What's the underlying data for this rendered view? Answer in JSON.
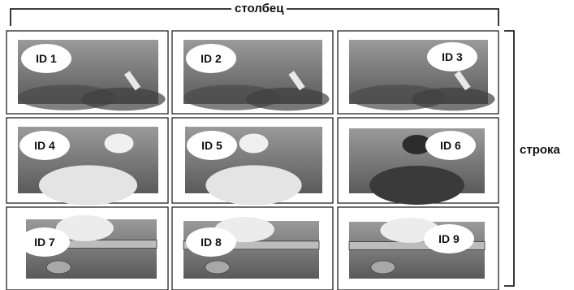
{
  "labels": {
    "column": "столбец",
    "row": "строка"
  },
  "tiles": [
    {
      "id": "ID 1",
      "scene": "sky-one-hand"
    },
    {
      "id": "ID 2",
      "scene": "sky-two-hands"
    },
    {
      "id": "ID 3",
      "scene": "sky-hands-edges"
    },
    {
      "id": "ID 4",
      "scene": "person-white-hat"
    },
    {
      "id": "ID 5",
      "scene": "torso-back-white"
    },
    {
      "id": "ID 6",
      "scene": "back-dark-hat"
    },
    {
      "id": "ID 7",
      "scene": "bench-left"
    },
    {
      "id": "ID 8",
      "scene": "bench-legs"
    },
    {
      "id": "ID 9",
      "scene": "bench-right"
    }
  ],
  "colors": {
    "line": "#222222",
    "photo_bg": "#8a8a8a",
    "label_bg": "#ffffff"
  }
}
